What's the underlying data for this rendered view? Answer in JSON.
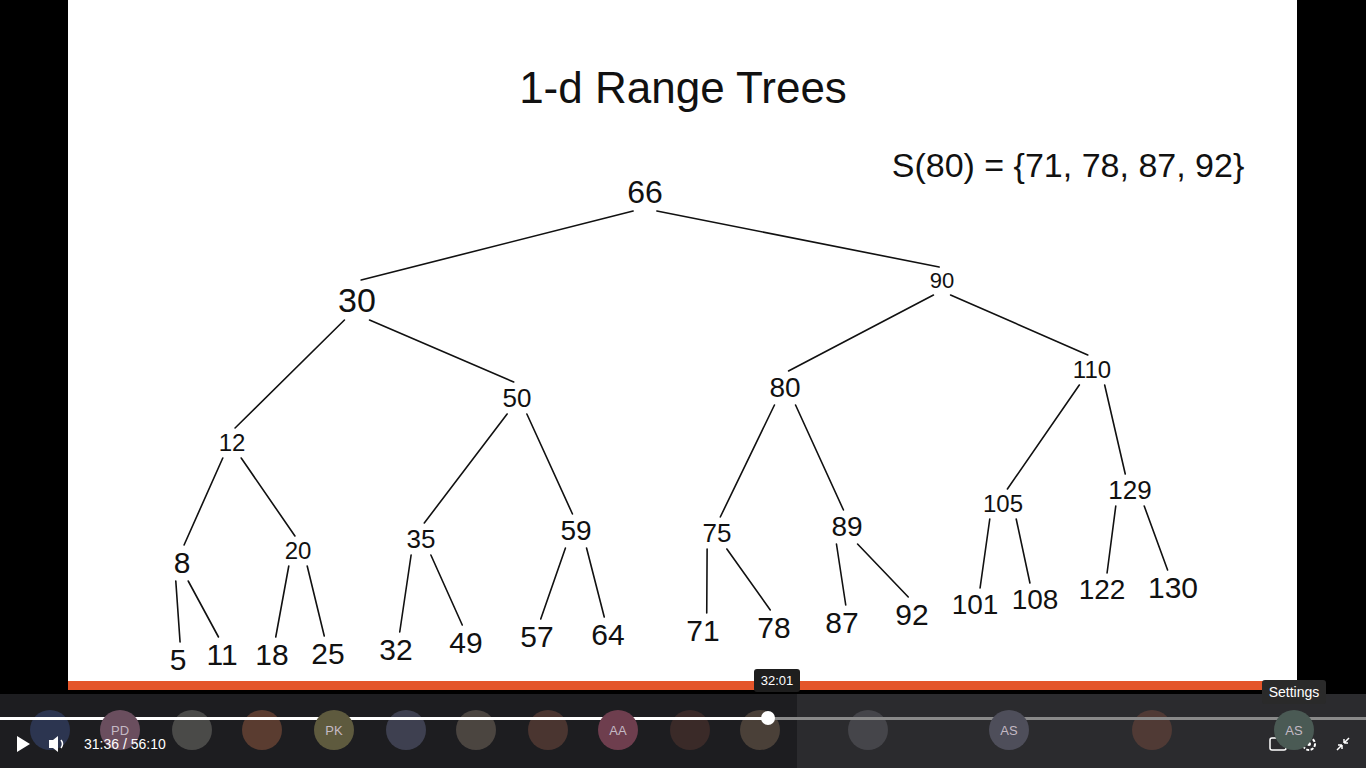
{
  "diagram": {
    "title": "1-d Range Trees",
    "nodes": [
      {
        "text": [
          "66"
        ]
      },
      {
        "text": [
          "30"
        ]
      },
      {
        "text": [
          "90"
        ]
      },
      {
        "text": [
          "12"
        ]
      },
      {
        "text": [
          "50"
        ]
      },
      {
        "text": [
          "80"
        ]
      },
      {
        "text": [
          "110"
        ]
      },
      {
        "text": [
          "8"
        ]
      },
      {
        "text": [
          "20"
        ]
      },
      {
        "text": [
          "35"
        ]
      },
      {
        "text": [
          "59"
        ]
      },
      {
        "text": [
          "75"
        ]
      },
      {
        "text": [
          "89"
        ]
      },
      {
        "text": [
          "105"
        ]
      },
      {
        "text": [
          "129"
        ]
      },
      {
        "text": [
          "5"
        ]
      },
      {
        "text": [
          "11"
        ]
      },
      {
        "text": [
          "18"
        ]
      },
      {
        "text": [
          "25"
        ]
      },
      {
        "text": [
          "32"
        ]
      },
      {
        "text": [
          "49"
        ]
      },
      {
        "text": [
          "57"
        ]
      },
      {
        "text": [
          "64"
        ]
      },
      {
        "text": [
          "71"
        ]
      },
      {
        "text": [
          "78"
        ]
      },
      {
        "text": [
          "87"
        ]
      },
      {
        "text": [
          "92"
        ]
      },
      {
        "text": [
          "101"
        ]
      },
      {
        "text": [
          "108"
        ]
      },
      {
        "text": [
          "122"
        ]
      },
      {
        "text": [
          "130"
        ]
      },
      {
        "text": [
          "32:01"
        ]
      },
      {
        "text": [
          "Settings"
        ]
      },
      {
        "text": [
          "PD"
        ]
      },
      {
        "text": [
          "PK"
        ]
      },
      {
        "text": [
          "AA"
        ]
      },
      {
        "text": [
          "AS"
        ]
      },
      {
        "text": [
          "AS"
        ]
      }
    ],
    "edges": [
      {
        "from": 0,
        "to": 1,
        "arrow": "none"
      },
      {
        "from": 0,
        "to": 2,
        "arrow": "none"
      },
      {
        "from": 1,
        "to": 3,
        "arrow": "none"
      },
      {
        "from": 1,
        "to": 4,
        "arrow": "none"
      },
      {
        "from": 2,
        "to": 5,
        "arrow": "none"
      },
      {
        "from": 2,
        "to": 6,
        "arrow": "none"
      },
      {
        "from": 3,
        "to": 7,
        "arrow": "none"
      },
      {
        "from": 3,
        "to": 8,
        "arrow": "none"
      },
      {
        "from": 4,
        "to": 9,
        "arrow": "none"
      },
      {
        "from": 4,
        "to": 10,
        "arrow": "none"
      },
      {
        "from": 5,
        "to": 11,
        "arrow": "none"
      },
      {
        "from": 5,
        "to": 12,
        "arrow": "none"
      },
      {
        "from": 6,
        "to": 13,
        "arrow": "none"
      },
      {
        "from": 6,
        "to": 14,
        "arrow": "none"
      },
      {
        "from": 7,
        "to": 15,
        "arrow": "none"
      },
      {
        "from": 7,
        "to": 16,
        "arrow": "none"
      },
      {
        "from": 8,
        "to": 17,
        "arrow": "none"
      },
      {
        "from": 8,
        "to": 18,
        "arrow": "none"
      },
      {
        "from": 9,
        "to": 19,
        "arrow": "none"
      },
      {
        "from": 9,
        "to": 20,
        "arrow": "none"
      },
      {
        "from": 10,
        "to": 21,
        "arrow": "none"
      },
      {
        "from": 10,
        "to": 22,
        "arrow": "none"
      },
      {
        "from": 11,
        "to": 23,
        "arrow": "none"
      },
      {
        "from": 11,
        "to": 24,
        "arrow": "none"
      },
      {
        "from": 12,
        "to": 25,
        "arrow": "none"
      },
      {
        "from": 12,
        "to": 26,
        "arrow": "none"
      },
      {
        "from": 13,
        "to": 27,
        "arrow": "none"
      },
      {
        "from": 13,
        "to": 28,
        "arrow": "none"
      },
      {
        "from": 14,
        "to": 29,
        "arrow": "none"
      },
      {
        "from": 14,
        "to": 30,
        "arrow": "none"
      }
    ],
    "labels": [
      "S(80) = {71, 78, 87, 92}",
      "31:36 / 56:10"
    ]
  }
}
